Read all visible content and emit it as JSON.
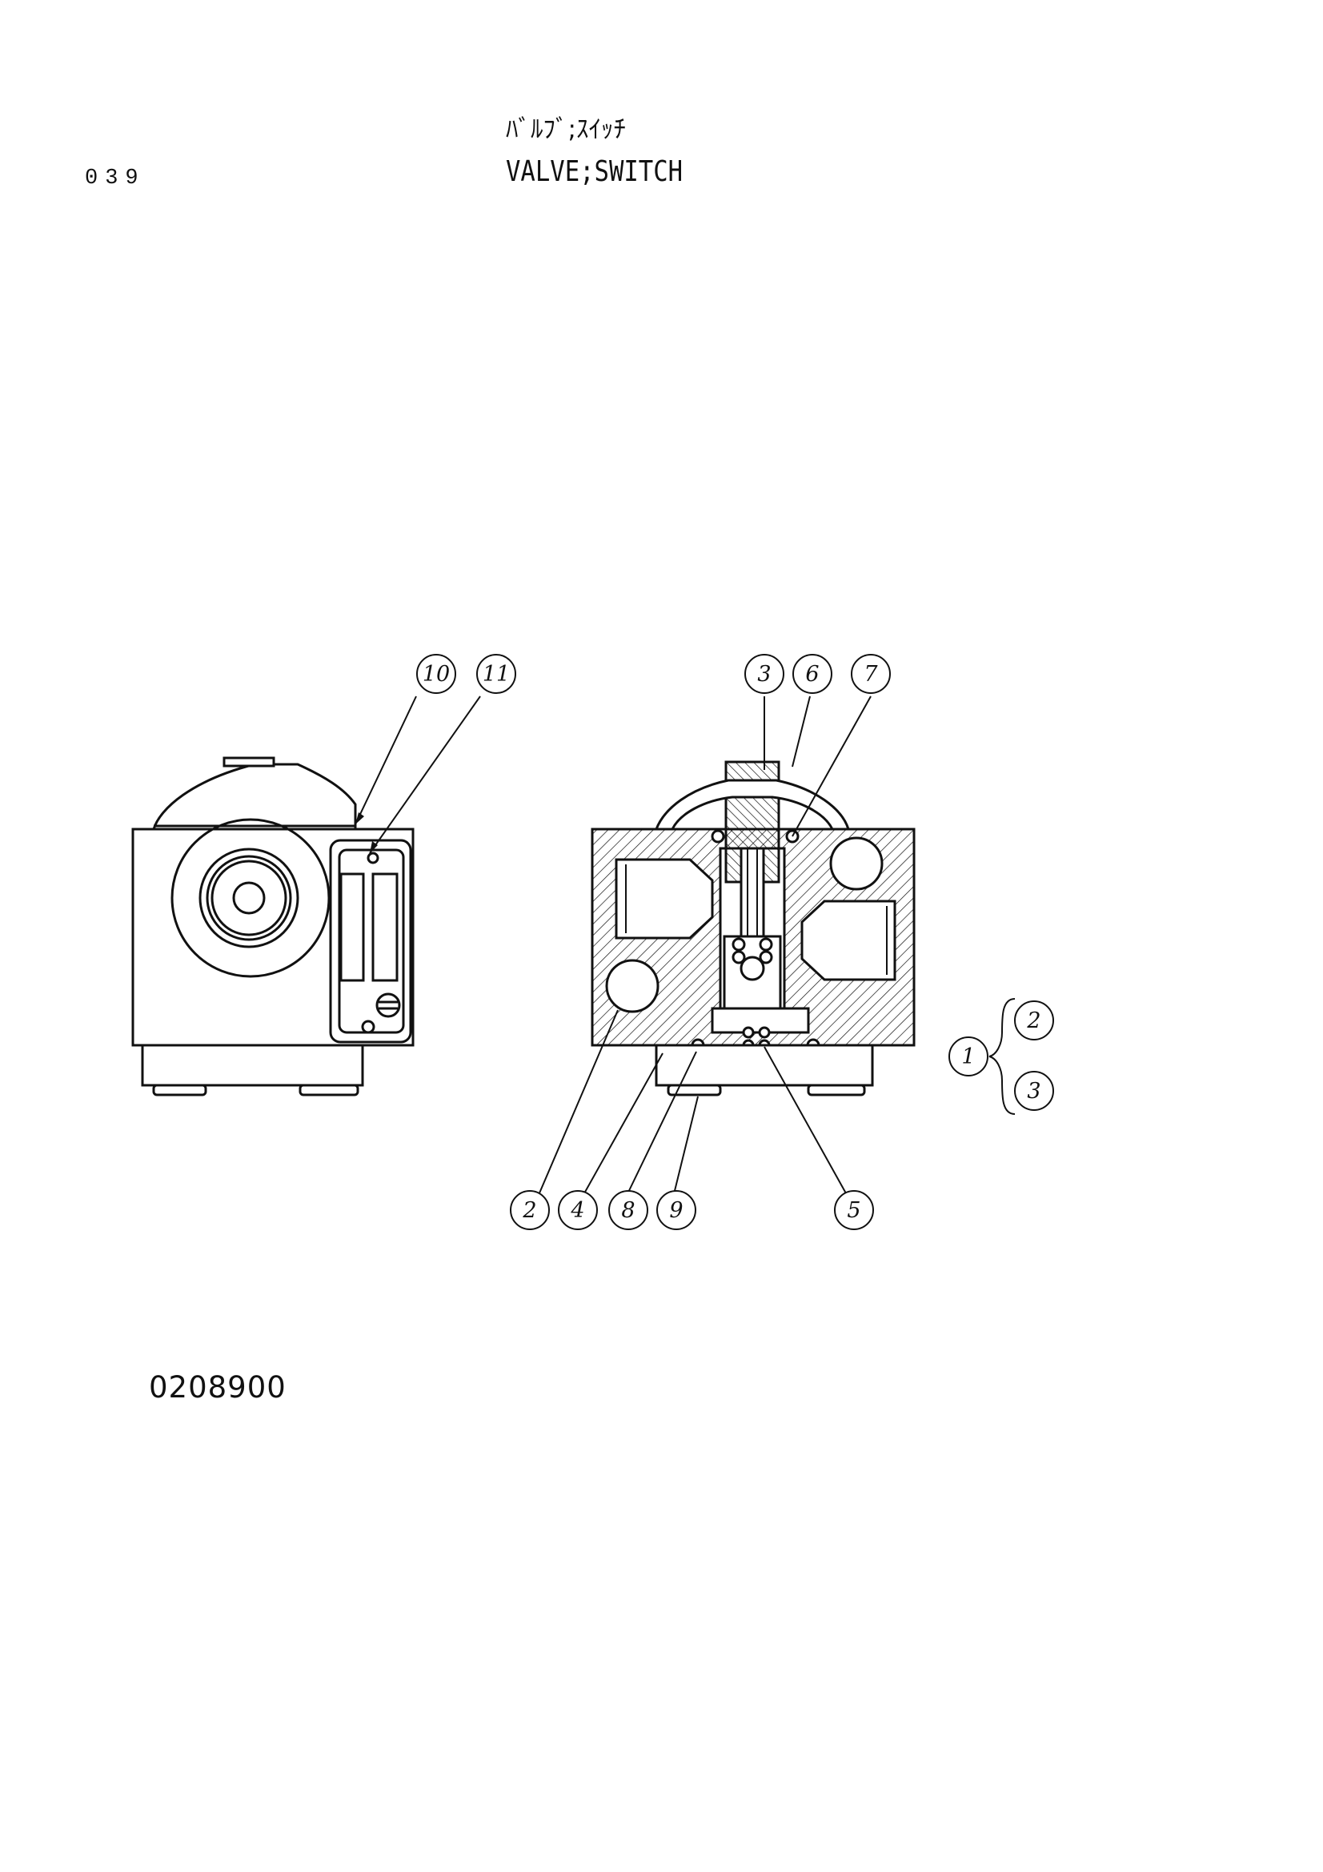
{
  "header": {
    "page_number": "039",
    "title_jp": "ﾊﾞﾙﾌﾞ;ｽｲｯﾁ",
    "title_en": "VALVE;SWITCH"
  },
  "footer": {
    "drawing_number": "0208900"
  },
  "callouts": [
    {
      "id": "10",
      "label": "10"
    },
    {
      "id": "11",
      "label": "11"
    },
    {
      "id": "3",
      "label": "3"
    },
    {
      "id": "6",
      "label": "6"
    },
    {
      "id": "7",
      "label": "7"
    },
    {
      "id": "2",
      "label": "2"
    },
    {
      "id": "4",
      "label": "4"
    },
    {
      "id": "8",
      "label": "8"
    },
    {
      "id": "9",
      "label": "9"
    },
    {
      "id": "5",
      "label": "5"
    },
    {
      "id": "1",
      "label": "1"
    },
    {
      "id": "2b",
      "label": "2"
    },
    {
      "id": "3b",
      "label": "3"
    }
  ]
}
